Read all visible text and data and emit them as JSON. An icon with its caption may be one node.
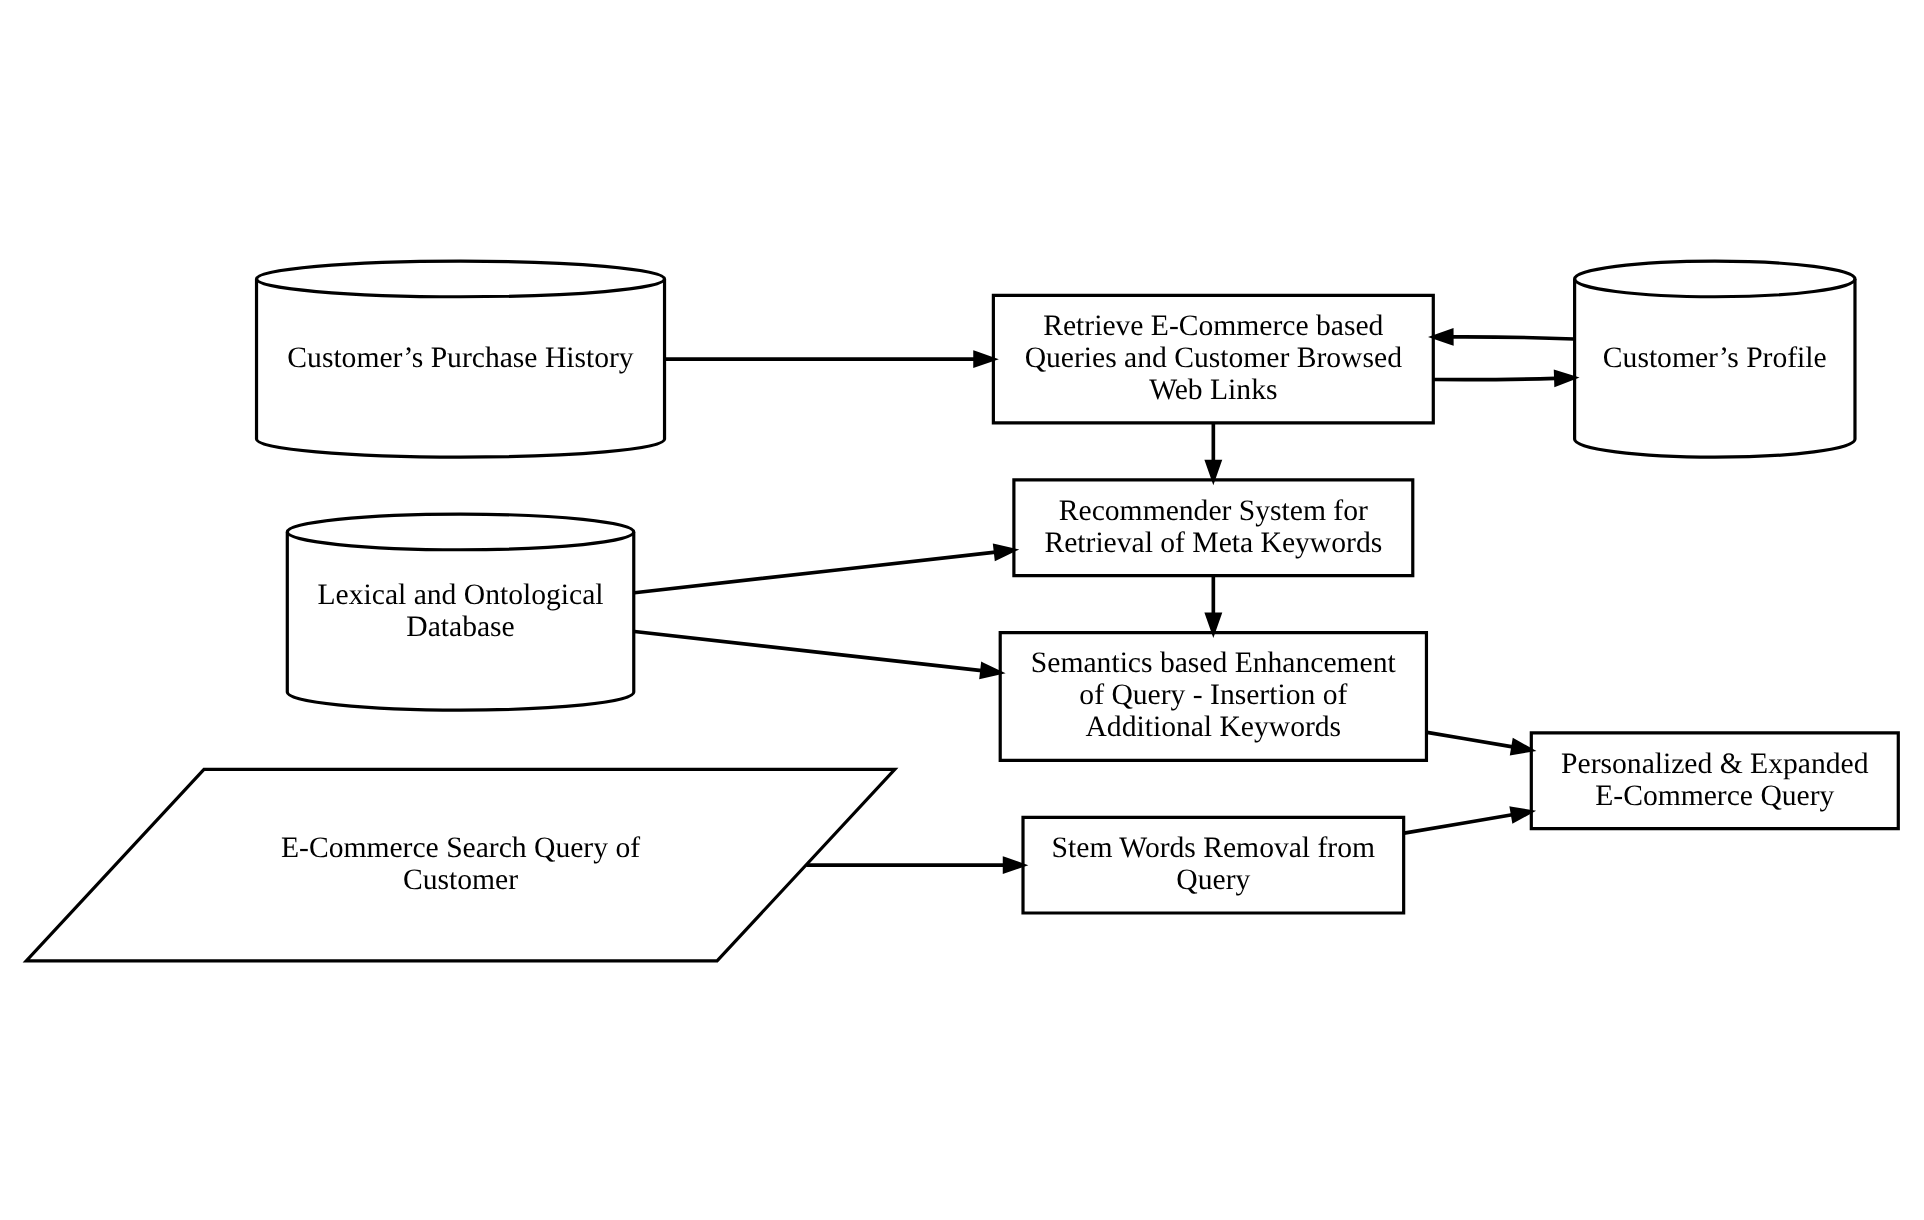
{
  "diagram": {
    "nodes": [
      {
        "text": [
          "Customer’s Purchase History"
        ]
      },
      {
        "text": [
          "Retrieve E-Commerce based Queries and Customer Browsed Web Links"
        ]
      },
      {
        "text": [
          "Customer’s Profile"
        ]
      },
      {
        "text": [
          "Lexical and Ontological Database"
        ]
      },
      {
        "text": [
          "Recommender System for Retrieval of Meta Keywords"
        ]
      },
      {
        "text": [
          "Semantics based Enhancement of Query - Insertion of Additional Keywords"
        ]
      },
      {
        "text": [
          "E-Commerce Search Query of Customer"
        ]
      },
      {
        "text": [
          "Stem Words Removal from Query"
        ]
      },
      {
        "text": [
          "Personalized & Expanded E-Commerce Query"
        ]
      }
    ],
    "edges": [
      {
        "from": 0,
        "to": 1,
        "arrow": "to"
      },
      {
        "from": 1,
        "to": 2,
        "arrow": "to"
      },
      {
        "from": 2,
        "to": 1,
        "arrow": "to"
      },
      {
        "from": 1,
        "to": 4,
        "arrow": "to"
      },
      {
        "from": 3,
        "to": 4,
        "arrow": "to"
      },
      {
        "from": 3,
        "to": 5,
        "arrow": "to"
      },
      {
        "from": 4,
        "to": 5,
        "arrow": "to"
      },
      {
        "from": 6,
        "to": 7,
        "arrow": "to"
      },
      {
        "from": 7,
        "to": 8,
        "arrow": "to"
      },
      {
        "from": 5,
        "to": 8,
        "arrow": "to"
      }
    ]
  }
}
